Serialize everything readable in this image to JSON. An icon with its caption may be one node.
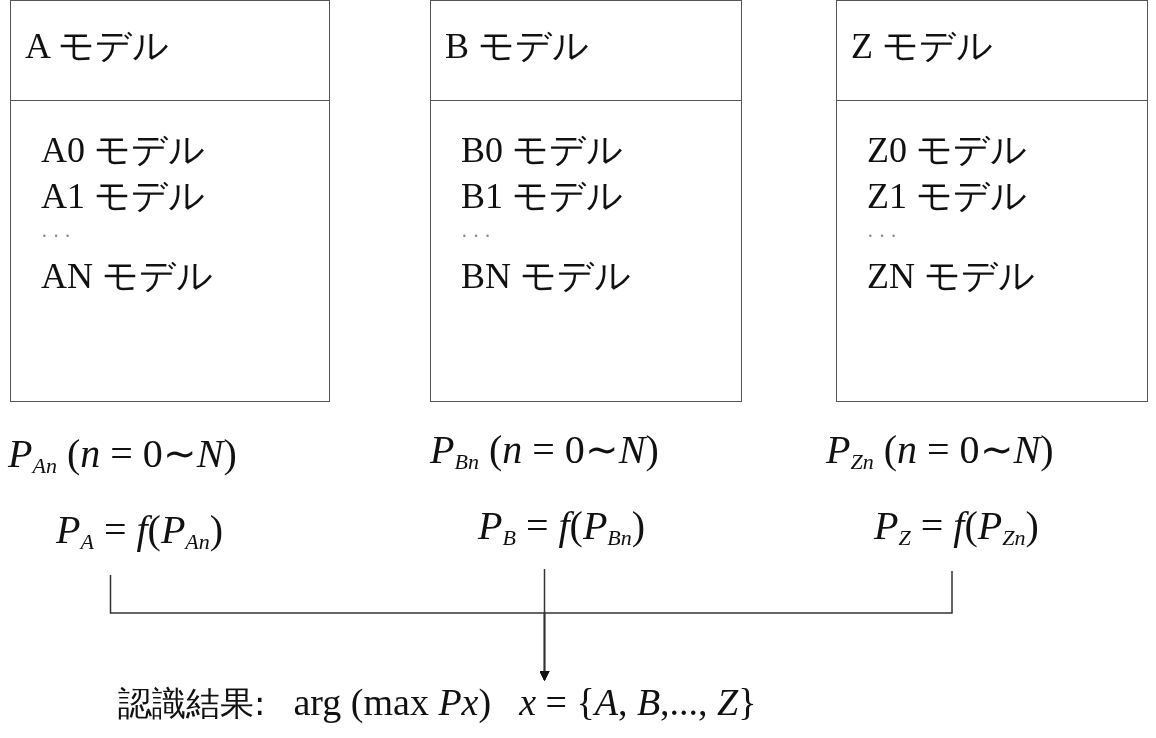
{
  "diagram": {
    "nodes": [
      {
        "text": [
          "A モデル",
          "A0 モデル",
          "A1 モデル",
          "· · ·",
          "AN モデル"
        ]
      },
      {
        "text": [
          "*P*$_{An}$ (*n* = 0∼*N*)",
          "*P*$_{A}$ = *f*(*P*$_{An}$)"
        ]
      },
      {
        "text": [
          "B モデル",
          "B0 モデル",
          "B1 モデル",
          "· · ·",
          "BN モデル"
        ]
      },
      {
        "text": [
          "*P*$_{Bn}$ (*n* = 0∼*N*)",
          "*P*$_{B}$ = *f*(*P*$_{Bn}$)"
        ]
      },
      {
        "text": [
          "Z モデル",
          "Z0 モデル",
          "Z1 モデル",
          "· · ·",
          "ZN モデル"
        ]
      },
      {
        "text": [
          "*P*$_{Zn}$ (*n* = 0∼*N*)",
          "*P*$_{Z}$ = *f*(*P*$_{Zn}$)"
        ]
      },
      {
        "text": [
          "認識結果:",
          "arg (max *Px*)",
          "*x* = {*A*, *B*,..., *Z*}"
        ]
      }
    ],
    "edges": [
      {
        "from": 1,
        "to": 6,
        "arrow": "to"
      },
      {
        "from": 3,
        "to": 6,
        "arrow": "to"
      },
      {
        "from": 5,
        "to": 6,
        "arrow": "to"
      }
    ]
  }
}
